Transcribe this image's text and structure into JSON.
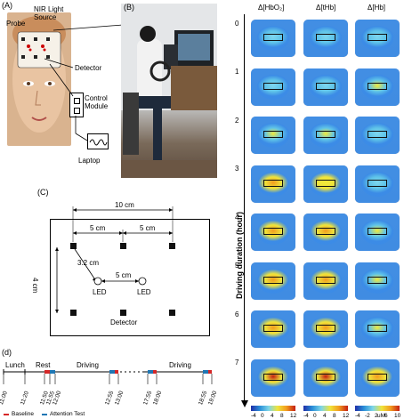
{
  "panelA": {
    "letter": "(A)",
    "labels": {
      "probe": "Probe",
      "nir": "NIR Light\nSource",
      "detector": "Detector",
      "control": "Control\nModule",
      "laptop": "Laptop"
    }
  },
  "panelB": {
    "letter": "(B)"
  },
  "panelC": {
    "letter": "(C)",
    "dim_total": "10 cm",
    "dim_left": "5 cm",
    "dim_right": "5 cm",
    "dim_diag": "3.2 cm",
    "dim_led": "5 cm",
    "dim_vertical": "4 cm",
    "led_left": "LED",
    "led_right": "LED",
    "detector": "Detector"
  },
  "panelD": {
    "letter": "(d)",
    "phases": [
      "Lunch",
      "Rest",
      "Driving",
      "Driving"
    ],
    "times": [
      "11:00",
      "11:20",
      "11:50",
      "11:55",
      "12:00",
      "12:55",
      "13:00",
      "17:55",
      "18:00",
      "18:55",
      "19:00"
    ],
    "legend_baseline": "Baseline",
    "legend_attention": "Attention Test",
    "colors": {
      "baseline": "#d62728",
      "attention": "#1f77b4"
    }
  },
  "heatmap": {
    "columns": [
      "Δ[HbO₂]",
      "Δ[tHb]",
      "Δ[Hb]"
    ],
    "ylabel": "Driving duration (hour)",
    "yticks": [
      "0",
      "1",
      "2",
      "3",
      "4",
      "5",
      "6",
      "7"
    ],
    "colorbar_ticks_1": [
      "-4",
      "0",
      "4",
      "8",
      "12"
    ],
    "colorbar_ticks_2": [
      "-4",
      "0",
      "4",
      "8",
      "12"
    ],
    "colorbar_ticks_3": [
      "-4",
      "-2",
      "2",
      "6",
      "10"
    ],
    "unit": "uM",
    "intensity": [
      [
        0.35,
        0.3,
        0.15
      ],
      [
        0.45,
        0.4,
        0.55
      ],
      [
        0.55,
        0.5,
        0.35
      ],
      [
        0.7,
        0.65,
        0.45
      ],
      [
        0.75,
        0.7,
        0.5
      ],
      [
        0.8,
        0.75,
        0.55
      ],
      [
        0.85,
        0.8,
        0.6
      ],
      [
        0.95,
        0.9,
        0.7
      ]
    ]
  }
}
